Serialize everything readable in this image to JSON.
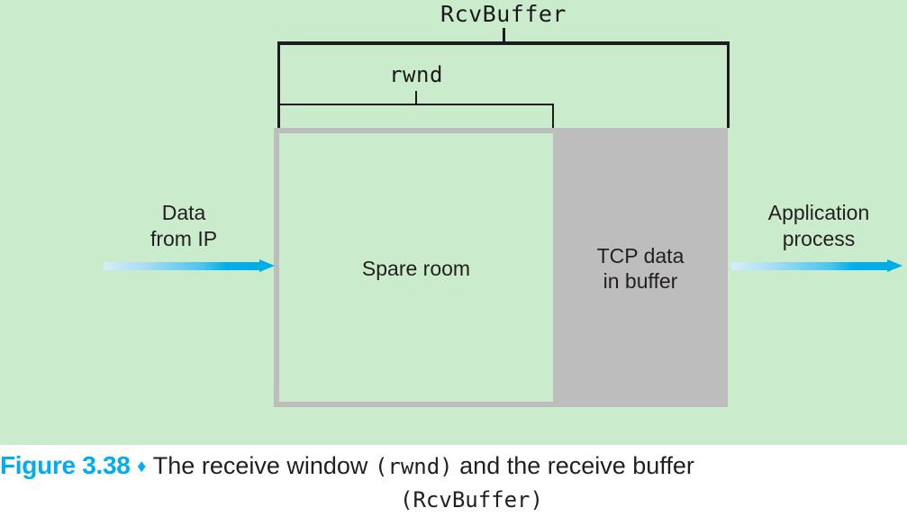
{
  "figure": {
    "background_color": "#cbeccc",
    "accent_color": "#00adef",
    "buffer_fill_color": "#bdbdbd",
    "brackets": {
      "outer_label": "RcvBuffer",
      "inner_label": "rwnd"
    },
    "regions": {
      "spare_room": "Spare room",
      "tcp_data": "TCP data\nin buffer"
    },
    "side_labels": {
      "left": "Data\nfrom IP",
      "right": "Application\nprocess"
    },
    "caption": {
      "figure_number": "Figure 3.38",
      "separator": "♦",
      "part1": "The receive window",
      "code1": "(rwnd)",
      "part2": "and the receive buffer",
      "code2": "(RcvBuffer)"
    }
  }
}
